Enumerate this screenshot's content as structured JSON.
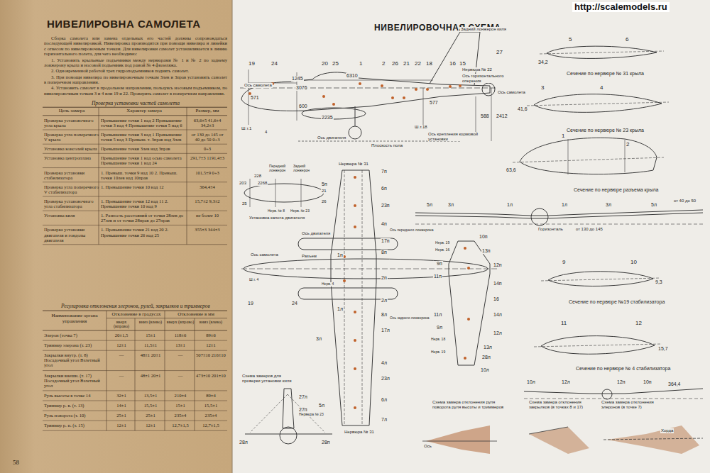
{
  "diagram": {
    "title": "НИВЕЛИРОВОЧНАЯ СХЕМА",
    "labels": [
      "НИВЕЛИРОВНА САМОЛЕТА",
      "Сборка самолета или замена отдельных его частей должны сопровождаться последующей нивелировкой. Нивелировка производится при помощи нивелира и линейки с отвесом по нивелировочным точкам. Для нивелировки самолет устанавливается в линию горизонтального полета, для чего необходимо:",
      "1. Установить крыльевые подъемники между нервюрами № 1 и № 2 по заднему лонжерону крыла и носовой подъемник под рамой № 4 фюзеляжа.",
      "2. Одновременной работой трех гидроподъемников поднять самолет.",
      "3. При помощи нивелира по нивелировочным точкам 3лев и 3прав установить самолет в поперечном направлении.",
      "4. Установить самолет в продольном направлении, пользуясь носовым подъемником, по нивелировочным точкам 3 и 4 или 19 и 22. Проверить самолет в поперечном направлении.",
      "Проверка установки частей самолета",
      "Цель замера",
      "Характер замера",
      "Размер, мм",
      "Проверка установочного угла крыла",
      "Превышение точки 1 над 2 Превышение точки 3 над 4 Превышение точки 5 над 6",
      "63,6±5 41,6±4 34,2±3",
      "Проверка угла поперечного V крыла",
      "Превышение точки 3 над 1 Превышение точки 5 над 3 Превыш. т. 3прав над 3лев",
      "от 130 до 145 от 40 до 50 0÷3",
      "Установка консолей крыла",
      "Превышение точки 3лев над 3прав",
      "0÷3",
      "Установка центроплана",
      "Превышение точки 1 над осью самолета Превышение точки 1 над 24",
      "291,7±3 1191,4±3",
      "Проверка установки стабилизатора",
      "1. Превыш. точки 9 над 10 2. Превыш. точки 10лев над 10прав",
      "101,5±9 0÷3",
      "Проверка угла поперечного V стабилизатора",
      "1. Превышение точки 10 над 12",
      "364,4±4",
      "Проверка установочного угла стабилизатора",
      "1. Превышение точки 12 над 11 2. Превышение точки 10 над 9",
      "15,7±2 9,3±2",
      "Установка киля",
      "1. Разность расстояний от точки 28лев до 27лев и от точки 28прав до 27прав",
      "не более 10",
      "Проверка установки двигателя и гондолы двигателя",
      "1. Превышение точки 21 над 20 2. Превышение точки 26 над 25",
      "355±3 344±3",
      "Регулировка отклонения элеронов, рулей, закрылков и триммеров",
      "Наименование органа управления",
      "Отклонение в градусах",
      "Отклонение в мм",
      "вверх (вправо)",
      "вниз (влево)",
      "вверх (вправо)",
      "вниз (влево)",
      "Элерон (точка 7)",
      "20±1,5",
      "15±1",
      "118±6",
      "89±6",
      "Триммер элерона (т. 23)",
      "12±1",
      "11,5±1",
      "13±1",
      "12±1",
      "Закрылки внутр. (т. 8) Посадочный угол Взлетный угол",
      "—",
      "48±1 20±1",
      "—",
      "507±10 216±10",
      "Закрылки внешн. (т. 17) Посадочный угол Взлетный угол",
      "—",
      "48±1 20±1",
      "—",
      "473±10 201±10",
      "Руль высоты в точке 14",
      "32±1",
      "13,5±1",
      "210±4",
      "89±4",
      "Триммер р. в. (т. 13)",
      "14±1",
      "15,5±1",
      "15±1",
      "15,5±1",
      "Руль поворота (т. 10)",
      "25±1",
      "25±1",
      "235±4",
      "235±4",
      "Триммер р. п. (т. 15)",
      "12±1",
      "12±1",
      "12,7±1,5",
      "12,7±1,5",
      "58",
      "http://scalemodels.ru",
      "19",
      "24",
      "20",
      "25",
      "1",
      "2",
      "26",
      "21",
      "22",
      "18",
      "16",
      "15",
      "Задний лонжерон киля",
      "27",
      "Нервюра № 22",
      "Ось горизонтального оперения",
      "Ось самолета",
      "Ось самолета",
      "1245",
      "3076",
      "6310",
      "571",
      "600",
      "577",
      "2235",
      "2412",
      "588",
      "Ш.т.1",
      "4",
      "Ш.т.18",
      "Ось двигателя",
      "Плоскость пола",
      "Ось крепления кормовой установки",
      "5",
      "6",
      "34,2",
      "Сечение по нервюре № 31 крыла",
      "3",
      "4",
      "41,6",
      "Сечение по нервюре № 23 крыла",
      "1",
      "2",
      "63,6",
      "Сечение по нервюре разъема крыла",
      "5л",
      "3л",
      "1л",
      "1л",
      "3л",
      "5л",
      "от 40 до 50",
      "Горизонталь",
      "от 130 до 145",
      "9",
      "10",
      "9,3",
      "Сечение по нервюре №19 стабилизатора",
      "11",
      "12",
      "15,7",
      "Сечение по нервюре № 4 стабилизатора",
      "10л",
      "12л",
      "12п",
      "10п",
      "364,4",
      "Горизонталь",
      "203",
      "228",
      "2268",
      "Передний лонжерон",
      "Задний лонжерон",
      "Нерв. № 8",
      "Нерв. № 23",
      "25",
      "21",
      "26",
      "Установка капота двигателя",
      "Нервюра № 31",
      "7п",
      "5п",
      "6п",
      "23п",
      "4п",
      "Ось переднего лонжерона",
      "Ось двигателя",
      "17п",
      "Разъем",
      "8п",
      "1п",
      "2п",
      "Ось самолета",
      "Нерв. 4",
      "Ш.т. 4",
      "19",
      "24",
      "1л",
      "2л",
      "8л",
      "Ось заднего лонжерона",
      "17л",
      "3л",
      "4л",
      "23л",
      "6л",
      "5л",
      "Нервюра № 23",
      "7л",
      "Нервюра № 31",
      "10п",
      "Нерв. 19",
      "Нерв. 16",
      "13п",
      "12п",
      "9п",
      "11п",
      "14п",
      "16",
      "14л",
      "11л",
      "9л",
      "12л",
      "Нерв. 18",
      "13л",
      "Нерв. 19",
      "28л",
      "10л",
      "Схема замеров для проверки установки киля",
      "27л",
      "27п",
      "28л",
      "28п",
      "Схема замера отклонения руля поворота руля высоты и триммеров",
      "Ось",
      "Схема замера отклонения закрылков (в точках 8 и 17)",
      "Схема замера отклонения элеронов (в точке 7)",
      "Хорда"
    ]
  }
}
